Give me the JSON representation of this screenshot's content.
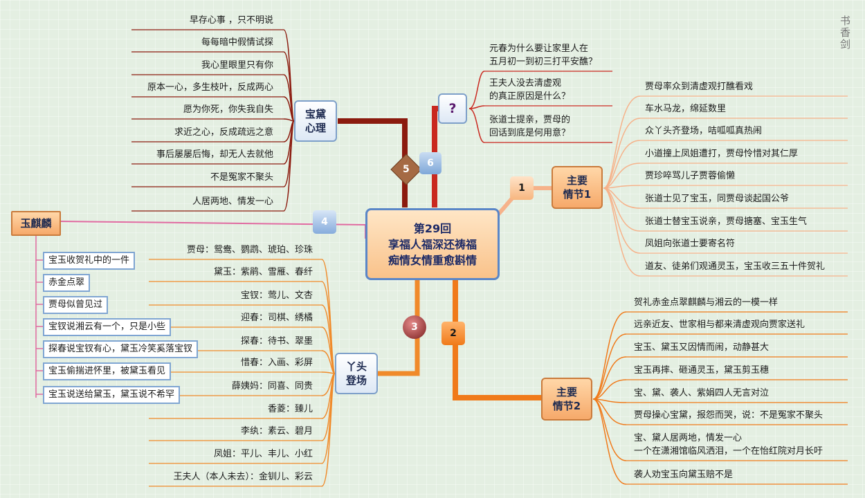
{
  "center": {
    "line1": "第29回",
    "line2": "享福人福深还祷福",
    "line3": "痴情女情重愈斟情"
  },
  "watermark": "书香剑",
  "numbers": {
    "n1": "1",
    "n2": "2",
    "n3": "3",
    "n4": "4",
    "n5": "5",
    "n6": "6"
  },
  "question": {
    "label": "?",
    "items": [
      {
        "l1": "元春为什么要让家里人在",
        "l2": "五月初一到初三打平安醮？"
      },
      {
        "l1": "王夫人没去清虚观",
        "l2": "的真正原因是什么？"
      },
      {
        "l1": "张道士提亲，贾母的",
        "l2": "回话到底是何用意？"
      }
    ]
  },
  "daiyu": {
    "label1": "宝黛",
    "label2": "心理",
    "items": [
      "早存心事 ，只不明说",
      "每每暗中假情试探",
      "我心里眼里只有你",
      "原本一心，多生枝叶，反成两心",
      "愿为你死，你失我自失",
      "求近之心，反成疏远之意",
      "事后屡屡后悔，却无人去就他",
      "不是冤家不聚头",
      "人居两地、情发一心"
    ]
  },
  "plot1": {
    "label1": "主要",
    "label2": "情节1",
    "items": [
      "贾母率众到清虚观打醮看戏",
      "车水马龙，绵延数里",
      "众丫头齐登场，咭呱呱真热闹",
      "小道撞上凤姐遭打，贾母怜惜对其仁厚",
      "贾珍啐骂儿子贾蓉偷懒",
      "张道士见了宝玉，同贾母谈起国公爷",
      "张道士替宝玉说亲，贾母搪塞、宝玉生气",
      "凤姐向张道士要寄名符",
      "道友、徒弟们观通灵玉，宝玉收三五十件贺礼"
    ]
  },
  "plot2": {
    "label1": "主要",
    "label2": "情节2",
    "items": [
      "贺礼赤金点翠麒麟与湘云的一模一样",
      "远亲近友、世家相与都来清虚观向贾家送礼",
      "宝玉、黛玉又因情而闹，动静甚大",
      "宝玉再摔、砸通灵玉，黛玉剪玉穗",
      "宝、黛、袭人、紫娟四人无言对泣",
      "贾母操心宝黛，报怨而哭，说：不是冤家不聚头",
      "宝、黛人居两地，情发一心",
      "一个在潇湘馆临风洒泪，一个在怡红院对月长吁",
      "袭人劝宝玉向黛玉赔不是"
    ]
  },
  "qilin": {
    "label": "玉麒麟",
    "items": [
      "宝玉收贺礼中的一件",
      "赤金点翠",
      "贾母似曾见过",
      "宝钗说湘云有一个，只是小些",
      "探春说宝钗有心，黛玉冷笑奚落宝钗",
      "宝玉偷揣进怀里，被黛玉看见",
      "宝玉说送给黛玉，黛玉说不希罕"
    ]
  },
  "maids": {
    "label1": "丫头",
    "label2": "登场",
    "items": [
      "贾母：鸳鸯、鹦鹉、琥珀、珍珠",
      "黛玉：紫鹃、雪雁、春纤",
      "宝钗：莺儿、文杏",
      "迎春：司棋、绣橘",
      "探春：待书、翠墨",
      "惜春：入画、彩屏",
      "薛姨妈：同喜、同贵",
      "香菱：臻儿",
      "李纨：素云、碧月",
      "凤姐：平儿、丰儿、小红",
      "王夫人（本人未去）：金钏儿、彩云"
    ]
  },
  "colors": {
    "dark_red": "#8b1a0e",
    "red": "#c9281f",
    "orange": "#f08a2a",
    "pink": "#e06aa0",
    "blue_line": "#3d7ac0"
  }
}
